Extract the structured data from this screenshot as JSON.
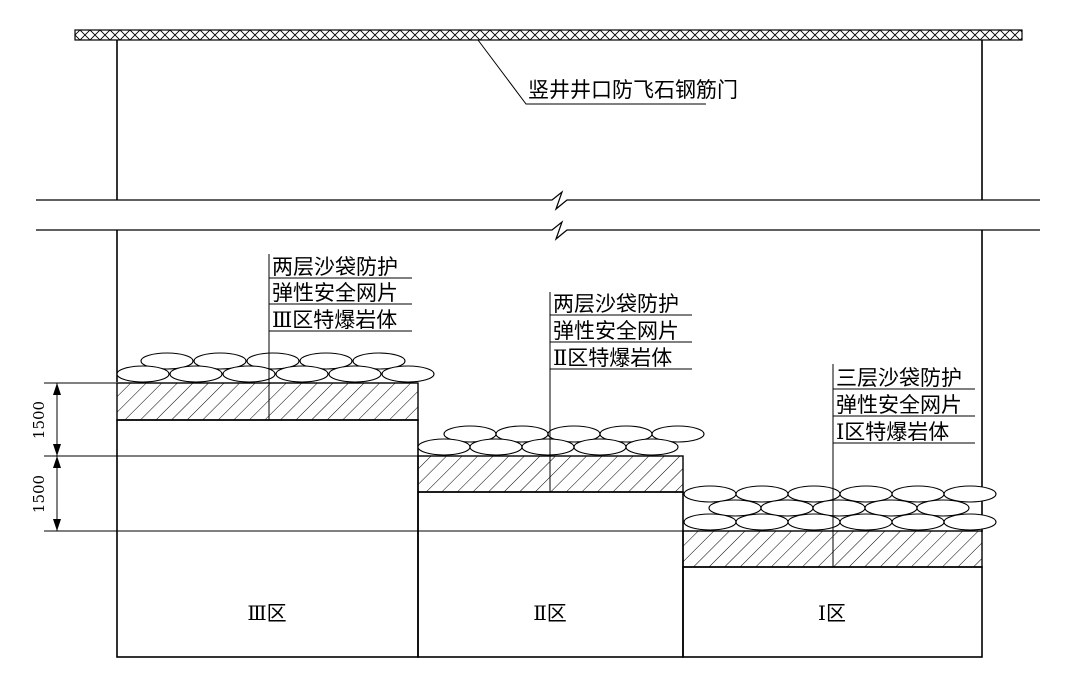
{
  "door_label": "竖井井口防飞石钢筋门",
  "callouts": [
    {
      "lines": [
        "两层沙袋防护",
        "弹性安全网片",
        "Ⅲ区特爆岩体"
      ]
    },
    {
      "lines": [
        "两层沙袋防护",
        "弹性安全网片",
        "Ⅱ区特爆岩体"
      ]
    },
    {
      "lines": [
        "三层沙袋防护",
        "弹性安全网片",
        "Ⅰ区特爆岩体"
      ]
    }
  ],
  "zones": [
    {
      "name": "Ⅲ区"
    },
    {
      "name": "Ⅱ区"
    },
    {
      "name": "Ⅰ区"
    }
  ],
  "dimensions": [
    "1500",
    "1500"
  ]
}
